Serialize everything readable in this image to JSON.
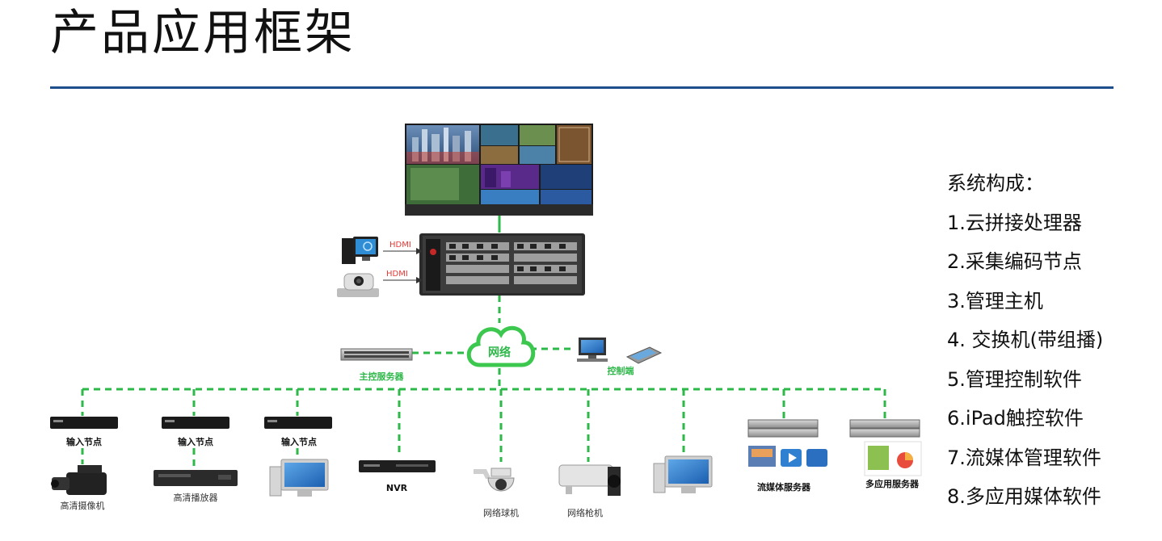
{
  "page": {
    "title": "产品应用框架"
  },
  "diagram": {
    "hdmi_top": "HDMI",
    "hdmi_bottom": "HDMI",
    "network": "网络",
    "master_server": "主控服务器",
    "control_terminal": "控制端",
    "input_node_1": "输入节点",
    "input_node_2": "输入节点",
    "input_node_3": "输入节点",
    "hd_camera": "高清摄像机",
    "hd_player": "高清播放器",
    "nvr": "NVR",
    "dome_camera": "网络球机",
    "bullet_camera": "网络枪机",
    "streaming_server": "流媒体服务器",
    "multi_app_server": "多应用服务器",
    "colors": {
      "link": "#2fb84a",
      "arrow_label": "#e53935",
      "cloud": "#3cc84f"
    }
  },
  "legend": {
    "heading": "系统构成：",
    "items": [
      "1.云拼接处理器",
      "2.采集编码节点",
      "3.管理主机",
      "4. 交换机(带组播)",
      "5.管理控制软件",
      "6.iPad触控软件",
      "7.流媒体管理软件",
      "8.多应用媒体软件"
    ]
  }
}
